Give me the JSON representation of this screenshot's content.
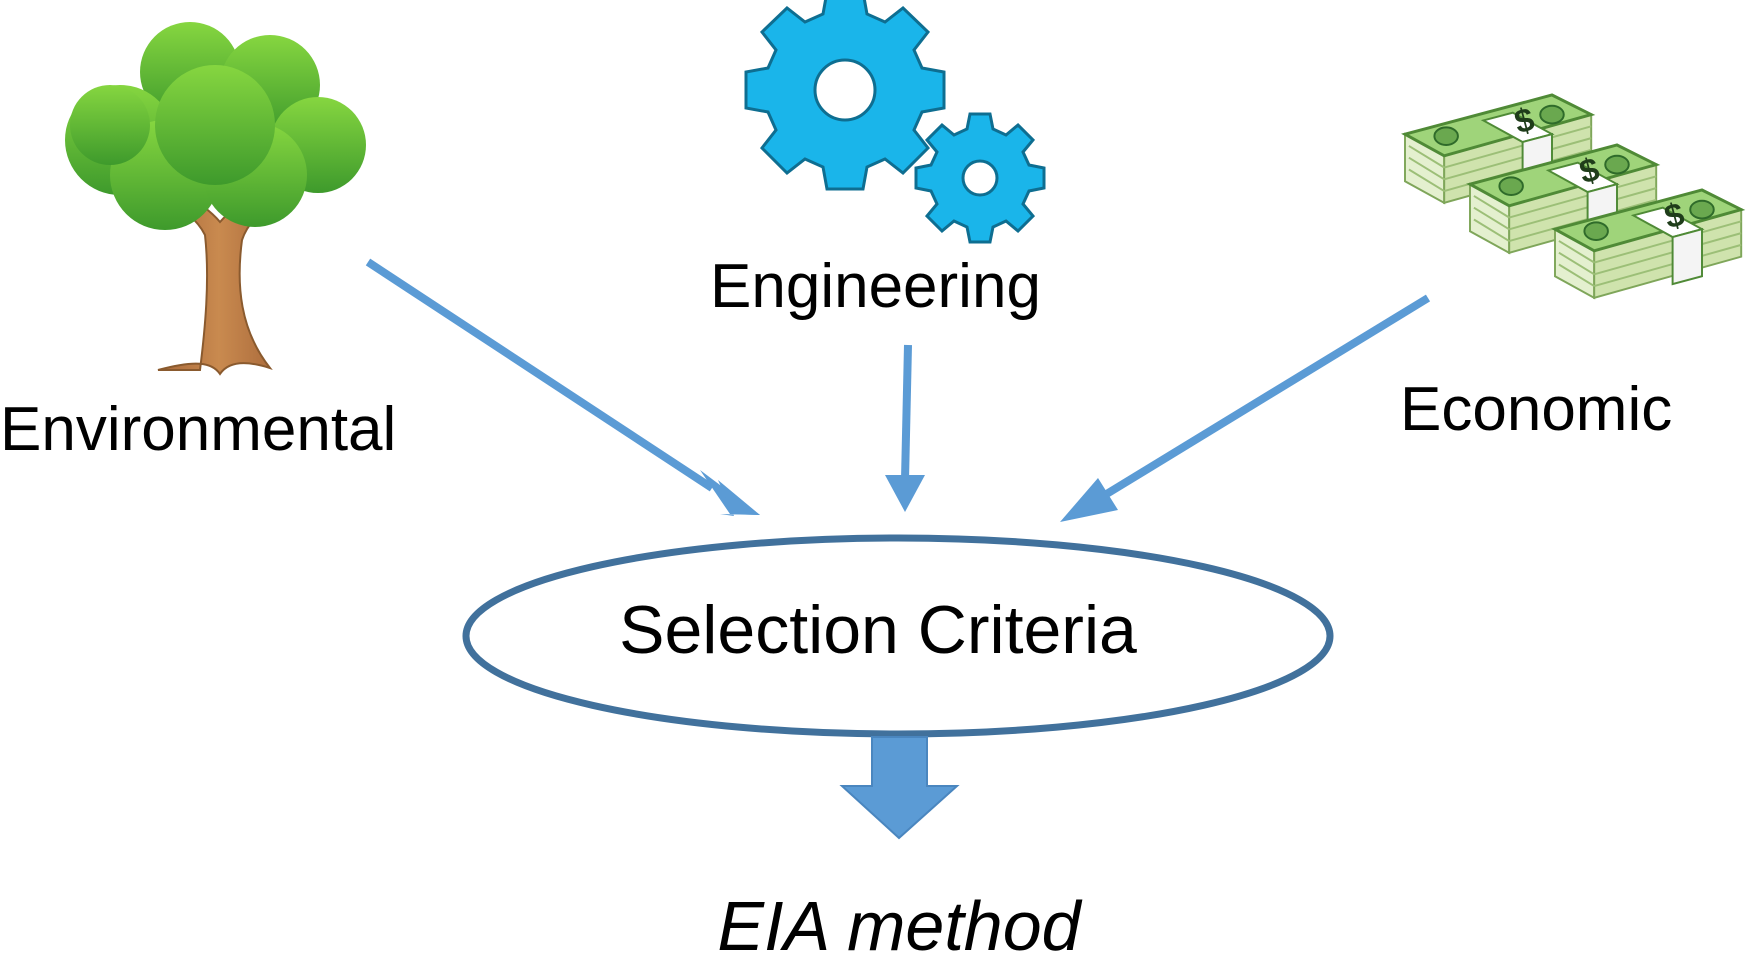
{
  "nodes": {
    "environmental": {
      "label": "Environmental",
      "icon": "tree-icon"
    },
    "engineering": {
      "label": "Engineering",
      "icon": "gears-icon"
    },
    "economic": {
      "label": "Economic",
      "icon": "money-stacks-icon",
      "symbol": "$"
    },
    "selection_criteria": {
      "label": "Selection Criteria"
    },
    "output": {
      "label": "EIA method"
    }
  },
  "edges": [
    {
      "from": "environmental",
      "to": "selection_criteria"
    },
    {
      "from": "engineering",
      "to": "selection_criteria"
    },
    {
      "from": "economic",
      "to": "selection_criteria"
    },
    {
      "from": "selection_criteria",
      "to": "output"
    }
  ],
  "colors": {
    "arrow": "#5b9bd5",
    "ellipse_stroke": "#41719c",
    "gear": "#1ab5ea",
    "tree_foliage": "#5cb83a",
    "tree_trunk": "#b87a45",
    "money_green": "#8ec86a",
    "money_dark": "#2f6b2a"
  }
}
